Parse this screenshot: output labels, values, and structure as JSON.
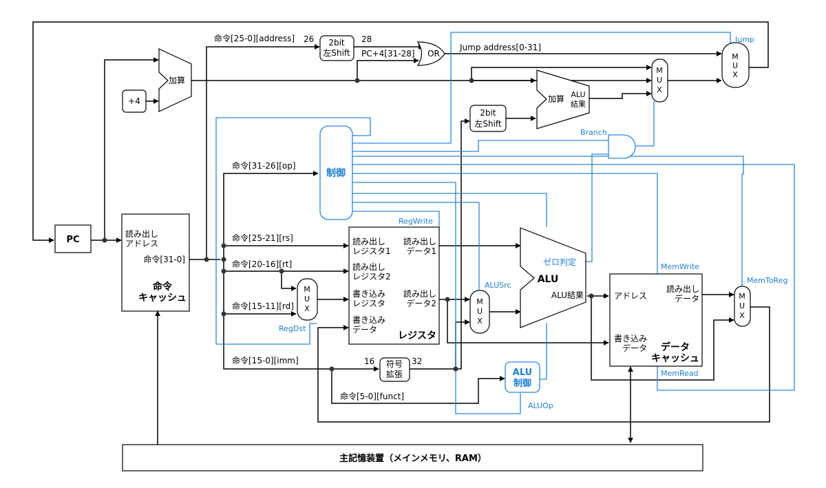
{
  "blocks": {
    "pc": "PC",
    "plus4": "+4",
    "adder1": "加算",
    "adder2": "加算",
    "adder2_result": [
      "ALU",
      "結果"
    ],
    "shift1": [
      "2bit",
      "左Shift"
    ],
    "shift2": [
      "2bit",
      "左Shift"
    ],
    "or_gate": "OR",
    "control": "制御",
    "alu_control": [
      "ALU",
      "制御"
    ],
    "sign_ext": [
      "符号",
      "拡張"
    ],
    "mux": [
      "M",
      "U",
      "X"
    ],
    "main_memory": "主記憶装置（メインメモリ、RAM）",
    "icache": {
      "read_addr": [
        "読み出し",
        "アドレス"
      ],
      "instr_out": "命令[31-0]",
      "title": [
        "命令",
        "キャッシュ"
      ]
    },
    "register": {
      "read_reg1": [
        "読み出し",
        "レジスタ1"
      ],
      "read_reg2": [
        "読み出し",
        "レジスタ2"
      ],
      "write_reg": [
        "書き込み",
        "レジスタ"
      ],
      "write_data": [
        "書き込み",
        "データ"
      ],
      "read_data1": [
        "読み出し",
        "データ1"
      ],
      "read_data2": [
        "読み出し",
        "データ2"
      ],
      "title": "レジスタ"
    },
    "alu": {
      "title": "ALU",
      "zero": "ゼロ判定",
      "result": "ALU結果"
    },
    "dcache": {
      "address": "アドレス",
      "read_data": [
        "読み出し",
        "データ"
      ],
      "write_data": [
        "書き込み",
        "データ"
      ],
      "title": [
        "データ",
        "キャッシュ"
      ]
    }
  },
  "wire_labels": {
    "addr_field": "命令[25-0][address]",
    "bits26": "26",
    "bits28": "28",
    "pc_upper": "PC+4[31-28]",
    "jump_addr": "Jump address[0-31]",
    "op_field": "命令[31-26][op]",
    "rs_field": "命令[25-21][rs]",
    "rt_field": "命令[20-16][rt]",
    "rd_field": "命令[15-11][rd]",
    "imm_field": "命令[15-0][imm]",
    "funct_field": "命令[5-0][funct]",
    "bits16": "16",
    "bits32": "32"
  },
  "control_signals": {
    "jump": "Jump",
    "branch": "Branch",
    "regwrite": "RegWrite",
    "regdst": "RegDst",
    "alusrc": "ALUSrc",
    "aluop": "ALUOp",
    "memwrite": "MemWrite",
    "memread": "MemRead",
    "memtoreg": "MemToReg"
  },
  "colors": {
    "datapath": "#000000",
    "control": "#1e7fd6"
  }
}
